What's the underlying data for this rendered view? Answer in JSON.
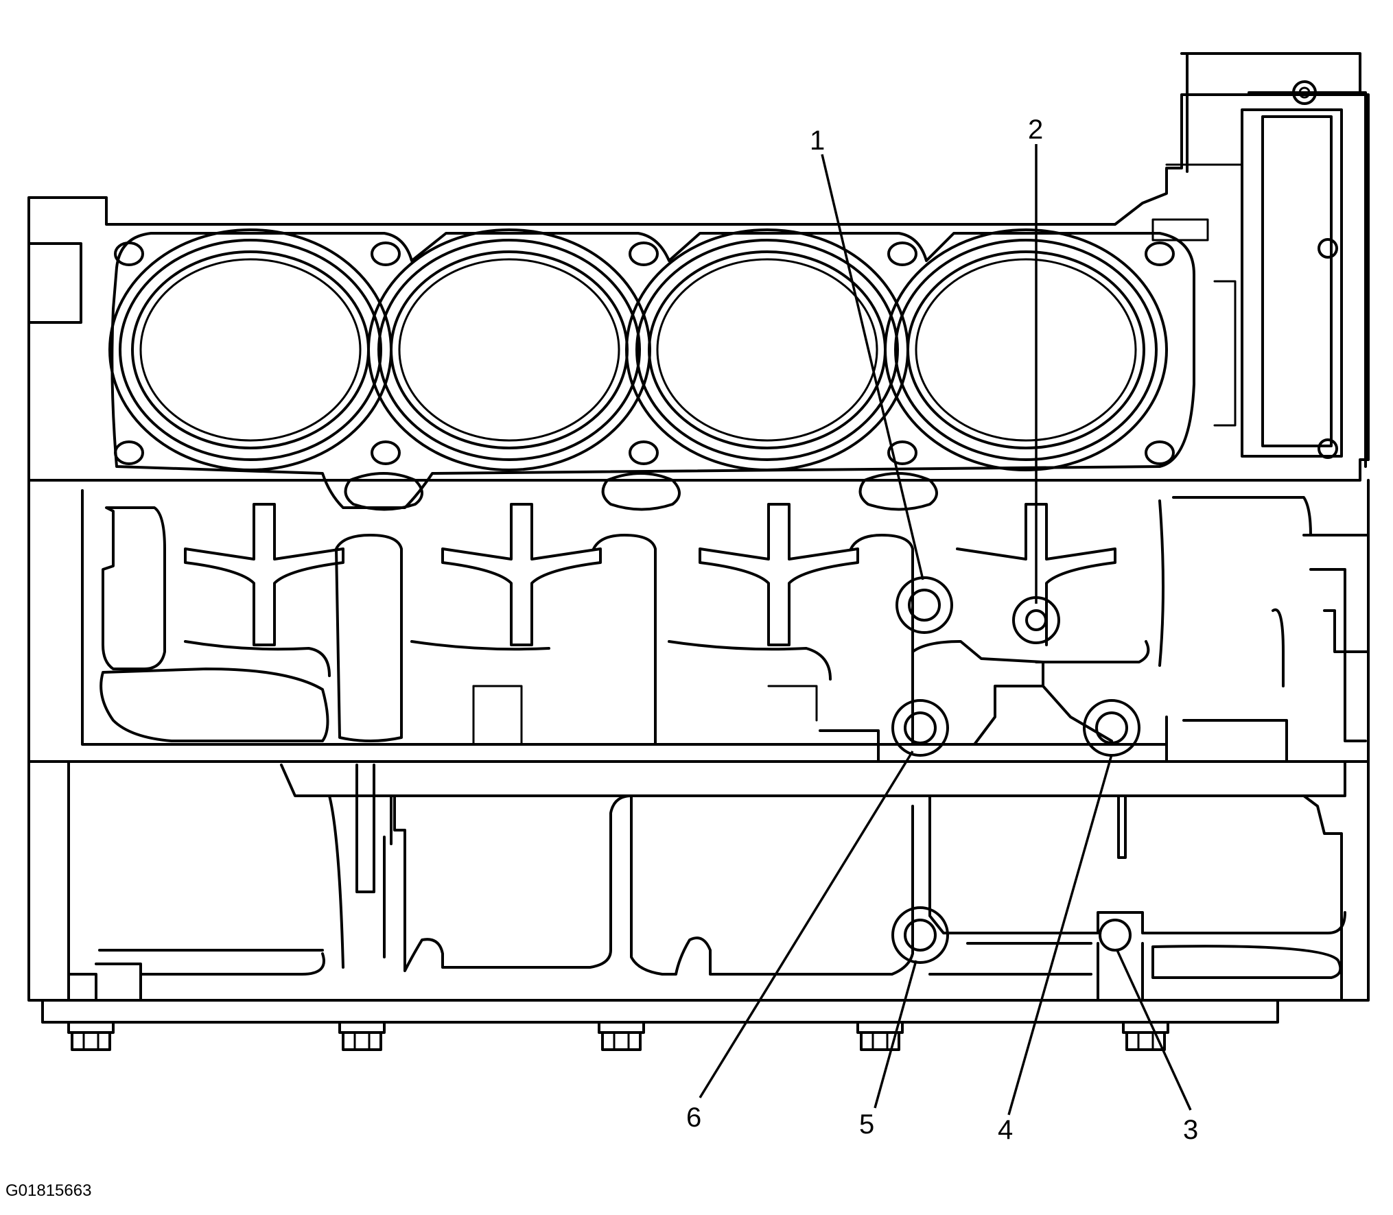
{
  "figure_id": "G01815663",
  "callouts": [
    "1",
    "2",
    "3",
    "4",
    "5",
    "6"
  ],
  "colors": {
    "line": "#000000",
    "background": "#ffffff"
  }
}
